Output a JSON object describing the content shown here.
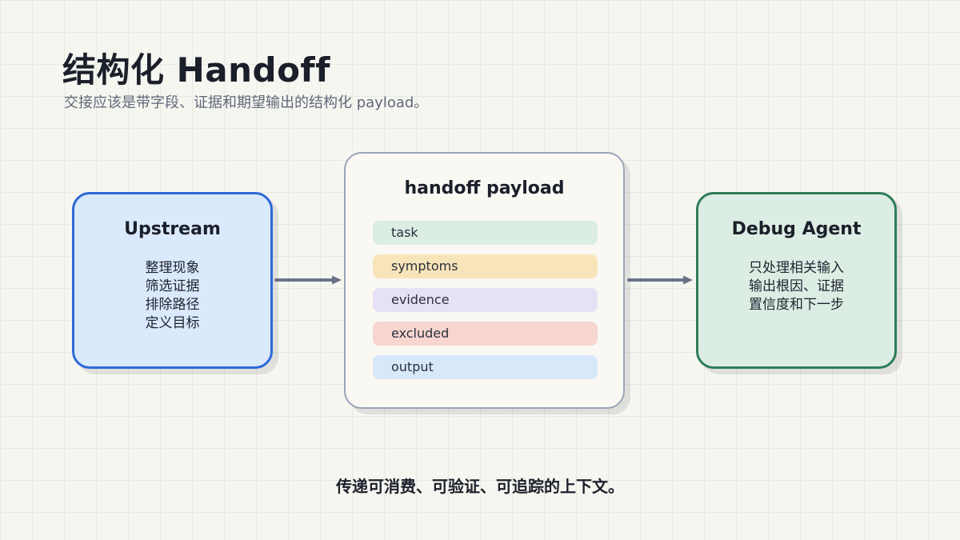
{
  "title": "结构化 Handoff",
  "subtitle": "交接应该是带字段、证据和期望输出的结构化 payload。",
  "upstream": {
    "title": "Upstream",
    "lines": [
      "整理现象",
      "筛选证据",
      "排除路径",
      "定义目标"
    ]
  },
  "payload": {
    "title": "handoff payload",
    "fields": [
      {
        "label": "task",
        "color": "#dcede3"
      },
      {
        "label": "symptoms",
        "color": "#f7e4b8"
      },
      {
        "label": "evidence",
        "color": "#e7e1f5"
      },
      {
        "label": "excluded",
        "color": "#f6d6cf"
      },
      {
        "label": "output",
        "color": "#d8e8fb"
      }
    ]
  },
  "debug_agent": {
    "title": "Debug Agent",
    "lines": [
      "只处理相关输入",
      "输出根因、证据",
      "置信度和下一步"
    ]
  },
  "footer": "传递可消费、可验证、可追踪的上下文。",
  "colors": {
    "arrow": "#6a7385",
    "upstream_border": "#2f68d8",
    "debug_border": "#2e7d57"
  }
}
